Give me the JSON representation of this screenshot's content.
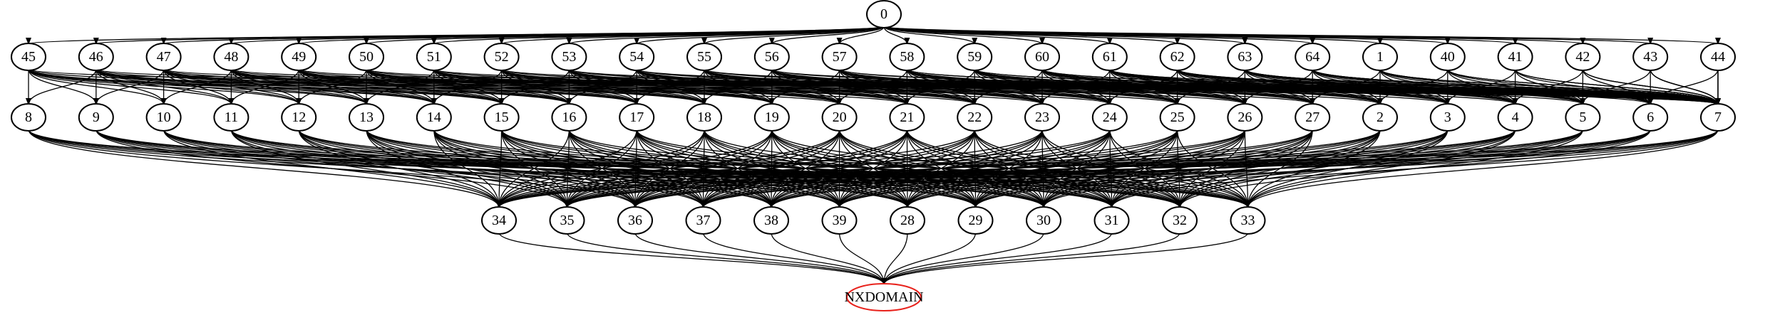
{
  "graph": {
    "type": "directed-graph",
    "root": "0",
    "rows": [
      [
        "0"
      ],
      [
        "45",
        "46",
        "47",
        "48",
        "49",
        "50",
        "51",
        "52",
        "53",
        "54",
        "55",
        "56",
        "57",
        "58",
        "59",
        "60",
        "61",
        "62",
        "63",
        "64",
        "1",
        "40",
        "41",
        "42",
        "43",
        "44"
      ],
      [
        "8",
        "9",
        "10",
        "11",
        "12",
        "13",
        "14",
        "15",
        "16",
        "17",
        "18",
        "19",
        "20",
        "21",
        "22",
        "23",
        "24",
        "25",
        "26",
        "27",
        "2",
        "3",
        "4",
        "5",
        "6",
        "7"
      ],
      [
        "34",
        "35",
        "36",
        "37",
        "38",
        "39",
        "28",
        "29",
        "30",
        "31",
        "32",
        "33"
      ],
      [
        "NXDOMAIN"
      ]
    ],
    "terminal": "NXDOMAIN",
    "terminal_color": "#e8221c",
    "edge_groups": [
      {
        "from": "0",
        "to": "row1"
      },
      {
        "from": "row1",
        "to": "row2"
      },
      {
        "from": "row2",
        "to": "row3"
      },
      {
        "from": "row3",
        "to": "NXDOMAIN"
      }
    ]
  }
}
